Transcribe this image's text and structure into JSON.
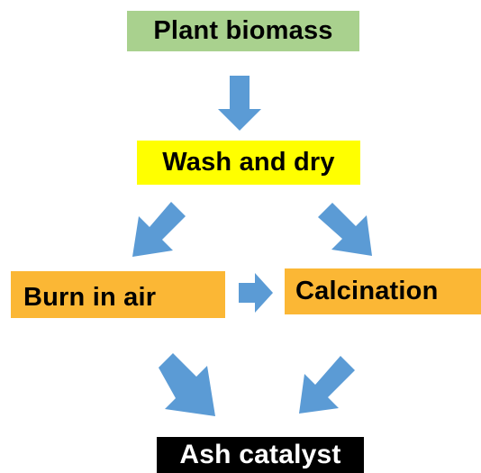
{
  "nodes": {
    "plant_biomass": {
      "label": "Plant biomass",
      "color": "#a9d18e"
    },
    "wash_and_dry": {
      "label": "Wash and dry",
      "color": "#ffff00"
    },
    "burn_in_air": {
      "label": "Burn in air",
      "color": "#fbb735"
    },
    "calcination": {
      "label": "Calcination",
      "color": "#fbb735"
    },
    "ash_catalyst": {
      "label": "Ash catalyst",
      "color": "#000000",
      "text_color": "#ffffff"
    }
  },
  "arrow_color": "#5b9bd5",
  "edges": [
    {
      "from": "plant_biomass",
      "to": "wash_and_dry"
    },
    {
      "from": "wash_and_dry",
      "to": "burn_in_air"
    },
    {
      "from": "wash_and_dry",
      "to": "calcination"
    },
    {
      "from": "burn_in_air",
      "to": "calcination"
    },
    {
      "from": "burn_in_air",
      "to": "ash_catalyst"
    },
    {
      "from": "calcination",
      "to": "ash_catalyst"
    }
  ]
}
